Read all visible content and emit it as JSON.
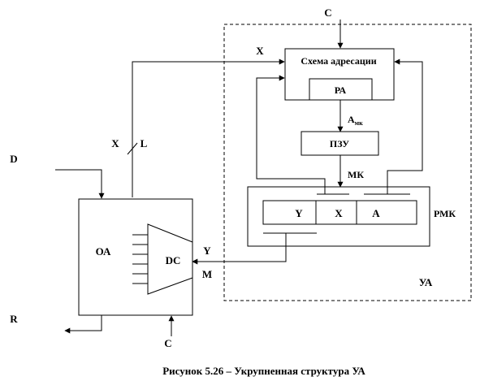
{
  "labels": {
    "c_top": "C",
    "x_top": "X",
    "scheme_addr": "Схема адресации",
    "ra": "РА",
    "a_mk": "А",
    "a_mk_sub": "мк",
    "pzu": "ПЗУ",
    "mk": "МК",
    "y_reg": "Y",
    "x_reg": "X",
    "a_reg": "A",
    "rmk": "РМК",
    "ua": "УА",
    "x_left": "X",
    "l_left": "L",
    "d_in": "D",
    "oa": "ОА",
    "dc": "DC",
    "y_out": "Y",
    "m_out": "M",
    "r_out": "R",
    "c_bottom": "C"
  },
  "caption": "Рисунок 5.26 – Укрупненная структура УА"
}
